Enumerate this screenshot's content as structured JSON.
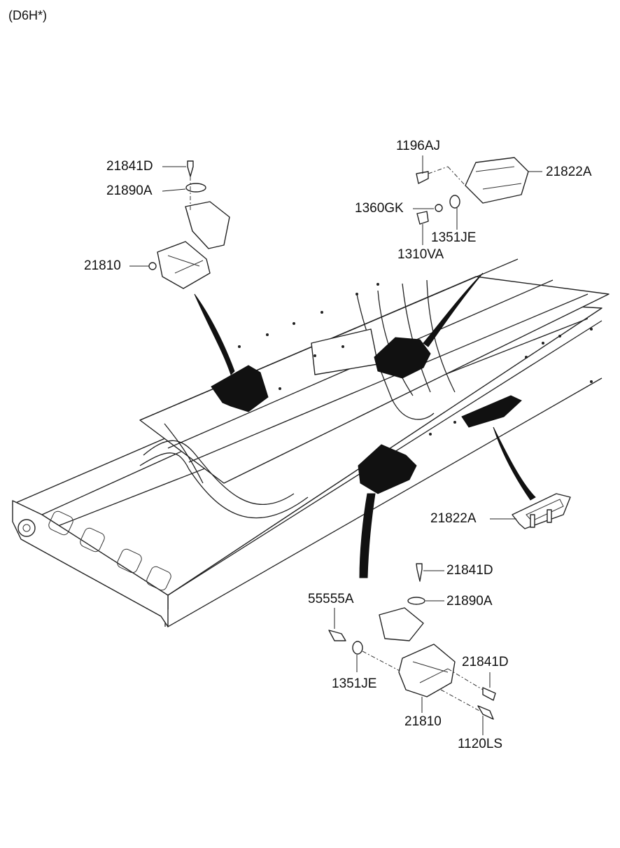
{
  "header": {
    "engine_code": "(D6H*)"
  },
  "callouts": {
    "top_left_bolt": "21841D",
    "top_left_washer": "21890A",
    "top_left_mount": "21810",
    "top_right_bolt": "1196AJ",
    "top_right_bracket": "21822A",
    "top_right_clip": "1360GK",
    "top_right_washer": "1351JE",
    "top_right_nut": "1310VA",
    "mid_right_bracket": "21822A",
    "bottom_bolt_upper": "21841D",
    "bottom_washer_plate": "21890A",
    "bottom_left_bolt": "55555A",
    "bottom_bolt_right": "21841D",
    "bottom_washer": "1351JE",
    "bottom_mount": "21810",
    "bottom_screw": "1120LS"
  }
}
